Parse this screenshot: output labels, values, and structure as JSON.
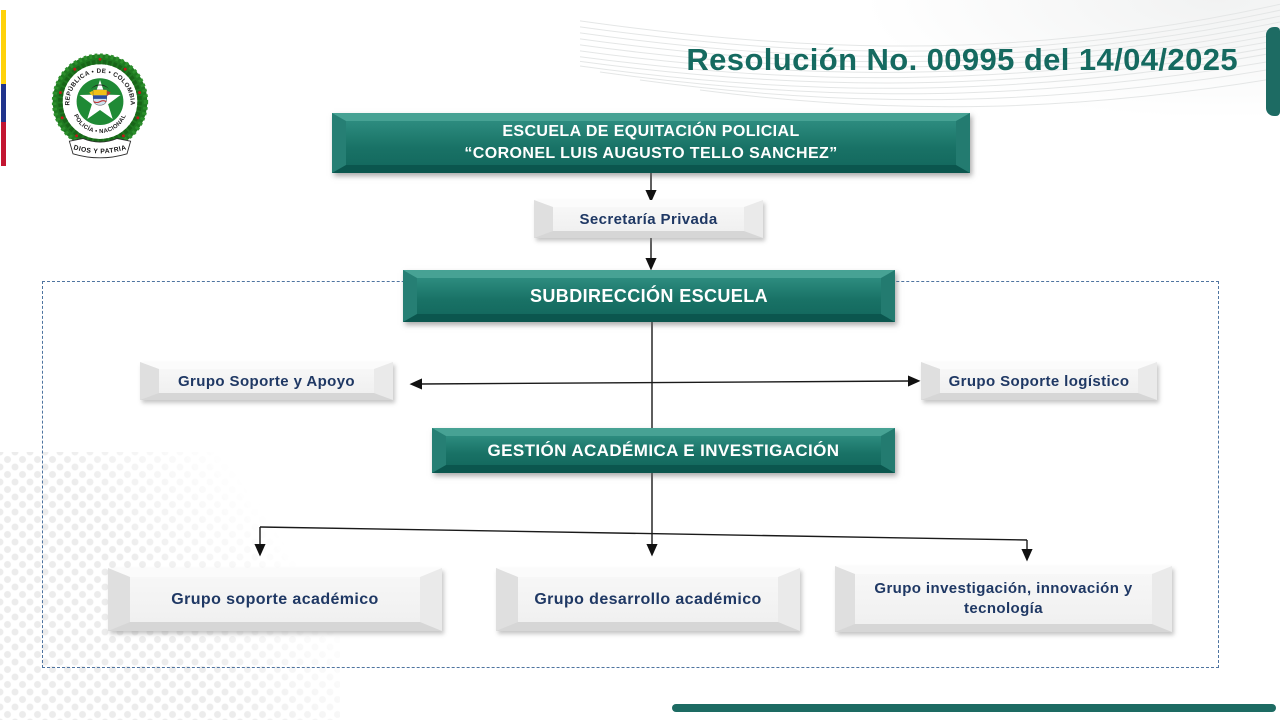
{
  "page": {
    "title": "Resolución No. 00995 del 14/04/2025"
  },
  "colors": {
    "accent_teal": "#1d6b63",
    "box_teal": "#197266",
    "navy_text": "#1f3864",
    "dashed_border": "#4f74a0",
    "flag_yellow": "#ffd20a",
    "flag_blue": "#20338c",
    "flag_red": "#c31531"
  },
  "logo": {
    "name": "police-national-colombia-crest",
    "ring_top": "REPÚBLICA • DE • COLOMBIA",
    "ring_bottom": "POLICÍA • NACIONAL",
    "ribbon": "DIOS Y PATRIA"
  },
  "chart": {
    "root": {
      "line1": "ESCUELA DE EQUITACIÓN POLICIAL",
      "line2": "“CORONEL LUIS AUGUSTO TELLO SANCHEZ”"
    },
    "secretaria": {
      "label": "Secretaría Privada"
    },
    "subdireccion": {
      "label": "SUBDIRECCIÓN ESCUELA"
    },
    "grupo_soporte_apoyo": {
      "label": "Grupo Soporte y Apoyo"
    },
    "grupo_soporte_logistico": {
      "label": "Grupo Soporte logístico"
    },
    "gestion": {
      "label": "GESTIÓN ACADÉMICA E INVESTIGACIÓN"
    },
    "grupo_soporte_academico": {
      "label": "Grupo soporte académico"
    },
    "grupo_desarrollo_academico": {
      "label": "Grupo desarrollo académico"
    },
    "grupo_investigacion": {
      "label": "Grupo investigación, innovación y tecnología"
    }
  }
}
